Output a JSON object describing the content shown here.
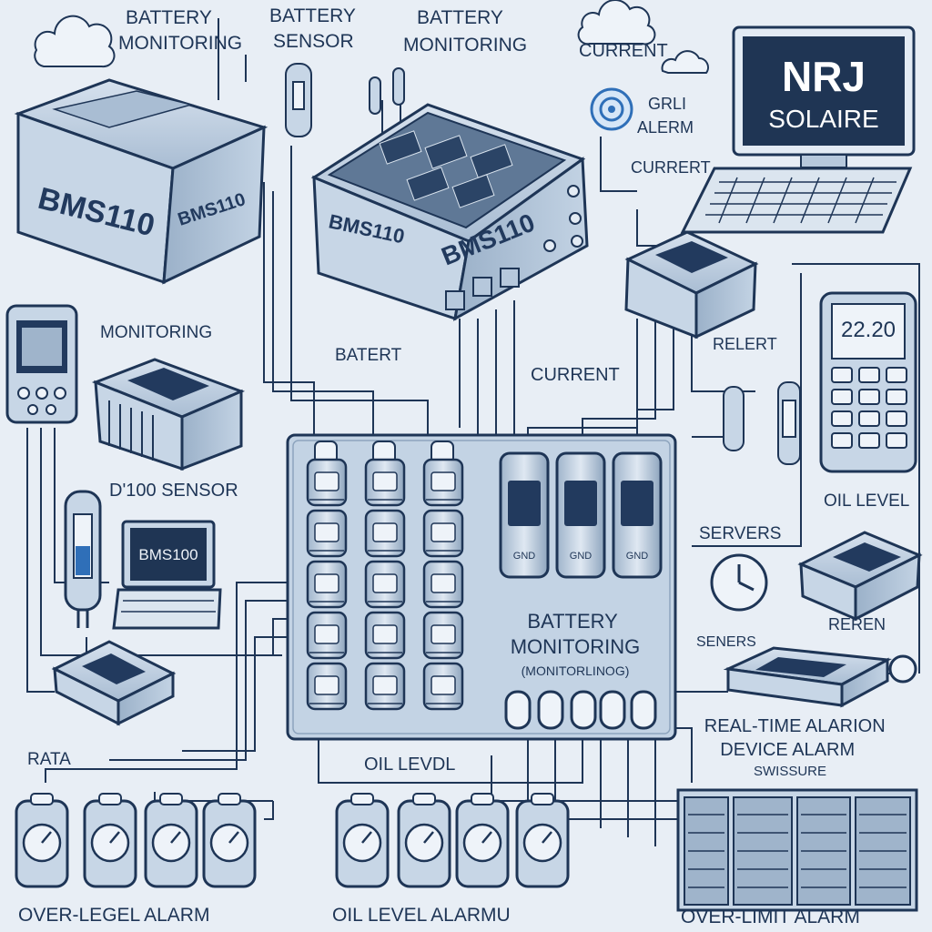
{
  "labels": {
    "battery_monitoring_top_left": [
      "BATTERY",
      "MONITORING"
    ],
    "battery_sensor_top": [
      "BATTERY",
      "SENSOR"
    ],
    "battery_monitoring_top_center": [
      "BATTERY",
      "MONITORING"
    ],
    "current_top_right": "CURRENT",
    "grid_alarm": [
      "GRLI",
      "ALERM"
    ],
    "current_mid_right": "CURRERT",
    "bms_left_front": "BMS110",
    "bms_left_side": "BMS110",
    "bms_center_front": "BMS110",
    "monitoring_left": "MONITORING",
    "batery": "BATERT",
    "current_center": "CURRENT",
    "relert": "RELERT",
    "sensor_left": "D'100 SENSOR",
    "laptop_screen_left": "BMS100",
    "servers": "SERVERS",
    "oil_level_right": "OIL LEVEL",
    "seners": "SENERS",
    "reren": "REREN",
    "battery_monitoring_panel": [
      "BATTERY",
      "MONITORING"
    ],
    "monitoring_panel_sub": "(MONITORLINOG)",
    "realtime_alarm": [
      "REAL-TIME ALARION",
      "DEVICE ALARM",
      "SWISSURE"
    ],
    "rata": "RATA",
    "oil_level_center": "OIL LEVDL",
    "over_legel_alarm": "OVER-LEGEL ALARM",
    "oil_level_alarmu": "OIL LEVEL ALARMU",
    "over_limit_alarm": "OVER-LIMIT ALARM",
    "display_right": "22.20",
    "meter_labels": [
      "GND",
      "GND",
      "GND"
    ]
  },
  "brand": {
    "name": "NRJ",
    "sub": "SOLAIRE"
  },
  "colors": {
    "background": "#e8eef5",
    "line": "#1e3556",
    "device_fill": "#b6c8dc",
    "device_dark": "#223a5e",
    "screen": "#1f3554",
    "accent": "#2f6fb8"
  },
  "icons": [
    "cloud-icon",
    "laptop-icon",
    "gauge-icon",
    "clock-icon",
    "server-rack-icon",
    "battery-cell-icon",
    "sensor-probe-icon",
    "handheld-meter-icon"
  ]
}
